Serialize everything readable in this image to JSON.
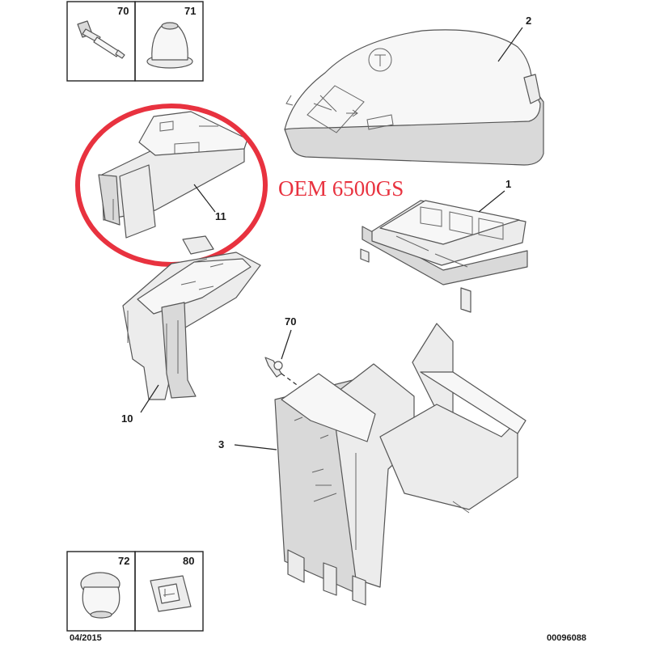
{
  "callouts": {
    "c70_top": "70",
    "c71": "71",
    "c2": "2",
    "c1": "1",
    "c11": "11",
    "c70_mid": "70",
    "c10": "10",
    "c3": "3",
    "c72": "72",
    "c80": "80"
  },
  "overlay_text": "OEM 6500GS",
  "footer": {
    "date": "04/2015",
    "code": "00096088"
  },
  "colors": {
    "highlight_ring": "#e8323f",
    "overlay_text": "#e8323f"
  }
}
